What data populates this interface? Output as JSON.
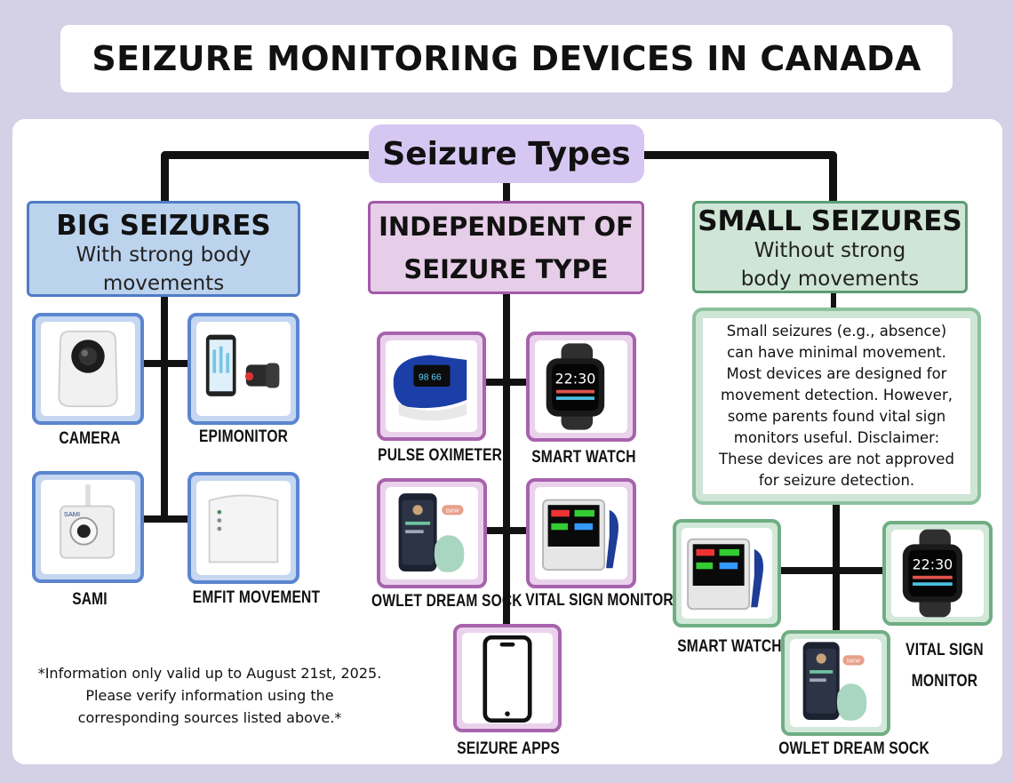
{
  "title": "SEIZURE MONITORING DEVICES IN CANADA",
  "seizure_types_label": "Seizure Types",
  "big": {
    "title": "BIG SEIZURES",
    "subtitle_line1": "With strong body",
    "subtitle_line2": "movements",
    "devices": [
      "CAMERA",
      "EPIMONITOR",
      "SAMI",
      "EMFIT MOVEMENT"
    ]
  },
  "independent": {
    "title_line1": "INDEPENDENT OF",
    "title_line2": "SEIZURE TYPE",
    "devices": [
      "PULSE OXIMETER",
      "SMART WATCH",
      "OWLET DREAM SOCK",
      "VITAL SIGN MONITOR",
      "SEIZURE APPS"
    ]
  },
  "small": {
    "title": "SMALL SEIZURES",
    "subtitle_line1": "Without strong",
    "subtitle_line2": "body movements",
    "description": "Small seizures (e.g., absence) can have minimal movement. Most devices are designed for movement detection. However, some parents found vital sign monitors useful. Disclaimer: These devices are not approved for seizure detection.",
    "devices": [
      "SMART WATCH",
      "VITAL SIGN",
      "MONITOR",
      "OWLET DREAM SOCK"
    ]
  },
  "sock_badge": "new",
  "watch_time": "22:30",
  "footnote": {
    "line1": "*Information only valid up to August 21st, 2025.",
    "line2": "Please verify information using the",
    "line3": "corresponding sources listed above.*"
  },
  "colors": {
    "background": "#d4d0e6",
    "big_accent": "#4f7cc7",
    "independent_accent": "#a35aa8",
    "small_accent": "#5c9e74",
    "types_box": "#d6c7f2"
  }
}
